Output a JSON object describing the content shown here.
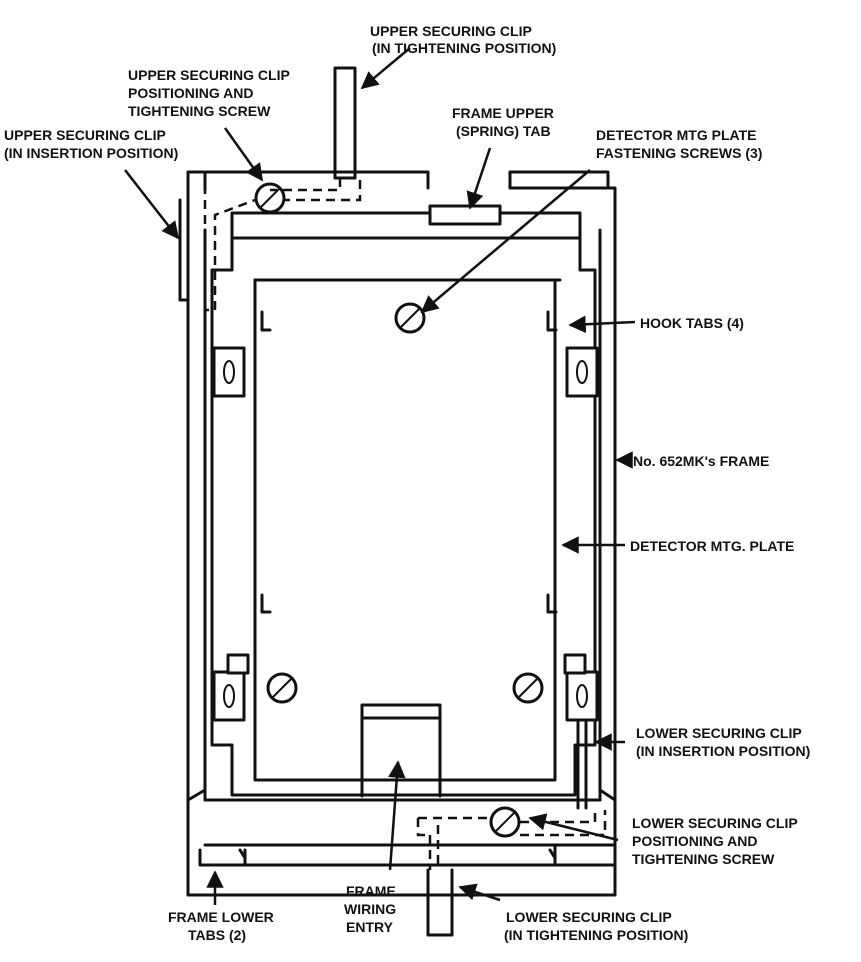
{
  "labels": {
    "upper_clip_tightening_1": "UPPER SECURING CLIP",
    "upper_clip_tightening_2": "(IN TIGHTENING POSITION)",
    "upper_screw_1": "UPPER SECURING CLIP",
    "upper_screw_2": "POSITIONING AND",
    "upper_screw_3": "TIGHTENING SCREW",
    "upper_clip_insertion_1": "UPPER SECURING CLIP",
    "upper_clip_insertion_2": "(IN INSERTION POSITION)",
    "frame_upper_tab_1": "FRAME UPPER",
    "frame_upper_tab_2": "(SPRING) TAB",
    "plate_screws_1": "DETECTOR MTG PLATE",
    "plate_screws_2": "FASTENING SCREWS (3)",
    "hook_tabs": "HOOK TABS (4)",
    "frame_name": "No. 652MK's FRAME",
    "mtg_plate": "DETECTOR MTG. PLATE",
    "lower_clip_insertion_1": "LOWER SECURING CLIP",
    "lower_clip_insertion_2": "(IN INSERTION POSITION)",
    "lower_screw_1": "LOWER SECURING CLIP",
    "lower_screw_2": "POSITIONING AND",
    "lower_screw_3": "TIGHTENING SCREW",
    "lower_clip_tightening_1": "LOWER SECURING CLIP",
    "lower_clip_tightening_2": "(IN TIGHTENING POSITION)",
    "wiring_entry_1": "FRAME",
    "wiring_entry_2": "WIRING",
    "wiring_entry_3": "ENTRY",
    "lower_tabs_1": "FRAME LOWER",
    "lower_tabs_2": "TABS (2)"
  }
}
